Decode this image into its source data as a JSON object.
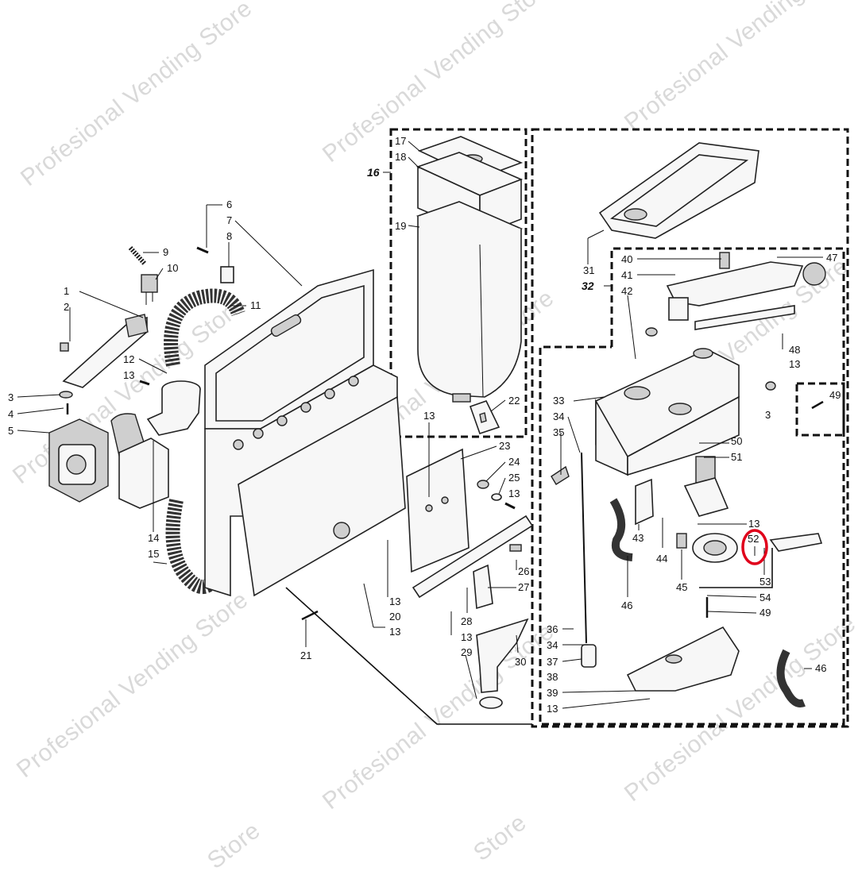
{
  "watermark": {
    "text": "Profesional Vending Store",
    "partial": "Store"
  },
  "groups": {
    "g16": "16",
    "g32": "32"
  },
  "highlight": {
    "label": "52",
    "color": "#e0001b"
  },
  "callouts": {
    "l1": "1",
    "l2": "2",
    "l3a": "3",
    "l4": "4",
    "l5": "5",
    "l6": "6",
    "l7": "7",
    "l8": "8",
    "l9": "9",
    "l10": "10",
    "l11": "11",
    "l12": "12",
    "l13a": "13",
    "l14": "14",
    "l15": "15",
    "l17": "17",
    "l18": "18",
    "l19": "19",
    "l13b": "13",
    "l22": "22",
    "l23": "23",
    "l24": "24",
    "l25": "25",
    "l13c": "13",
    "l13d": "13",
    "l20": "20",
    "l13e": "13",
    "l21": "21",
    "l26": "26",
    "l27": "27",
    "l28": "28",
    "l13f": "13",
    "l29": "29",
    "l30": "30",
    "l31": "31",
    "l40": "40",
    "l41": "41",
    "l42": "42",
    "l47": "47",
    "l48": "48",
    "l13g": "13",
    "l3b": "3",
    "l49a": "49",
    "l33": "33",
    "l34a": "34",
    "l35": "35",
    "l50": "50",
    "l51": "51",
    "l43": "43",
    "l44": "44",
    "l45": "45",
    "l46a": "46",
    "l13h": "13",
    "l53": "53",
    "l54": "54",
    "l49b": "49",
    "l36": "36",
    "l34b": "34",
    "l37": "37",
    "l38": "38",
    "l39": "39",
    "l13i": "13",
    "l46b": "46"
  }
}
